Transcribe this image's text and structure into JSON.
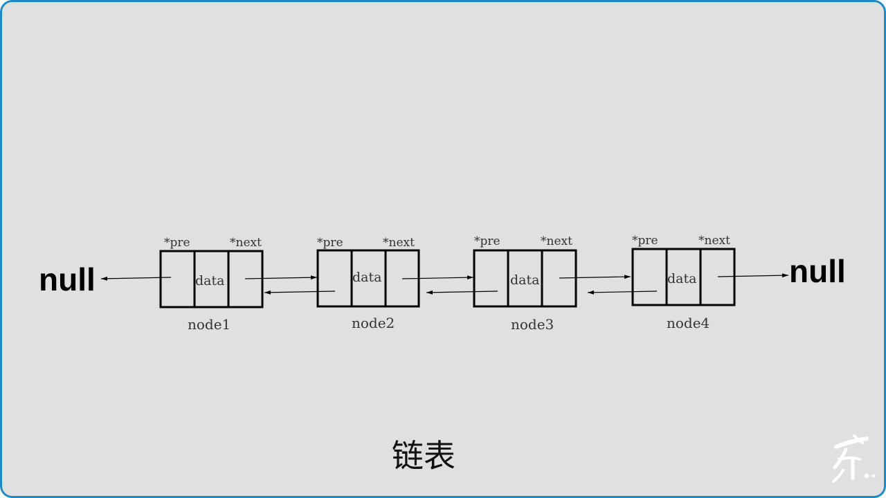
{
  "diagram": {
    "colors": {
      "background": "#e0e0e0",
      "frame": "#1e8ac8",
      "stroke": "#000000",
      "label": "#333333"
    },
    "null_left": "null",
    "null_right": "null",
    "nodes": [
      {
        "pre": "*pre",
        "data": "data",
        "next": "*next",
        "name": "node1"
      },
      {
        "pre": "*pre",
        "data": "data",
        "next": "*next",
        "name": "node2"
      },
      {
        "pre": "*pre",
        "data": "data",
        "next": "*next",
        "name": "node3"
      },
      {
        "pre": "*pre",
        "data": "data",
        "next": "*next",
        "name": "node4"
      }
    ],
    "caption": "链表",
    "logo_icon": "calligraphy-logo-icon"
  }
}
